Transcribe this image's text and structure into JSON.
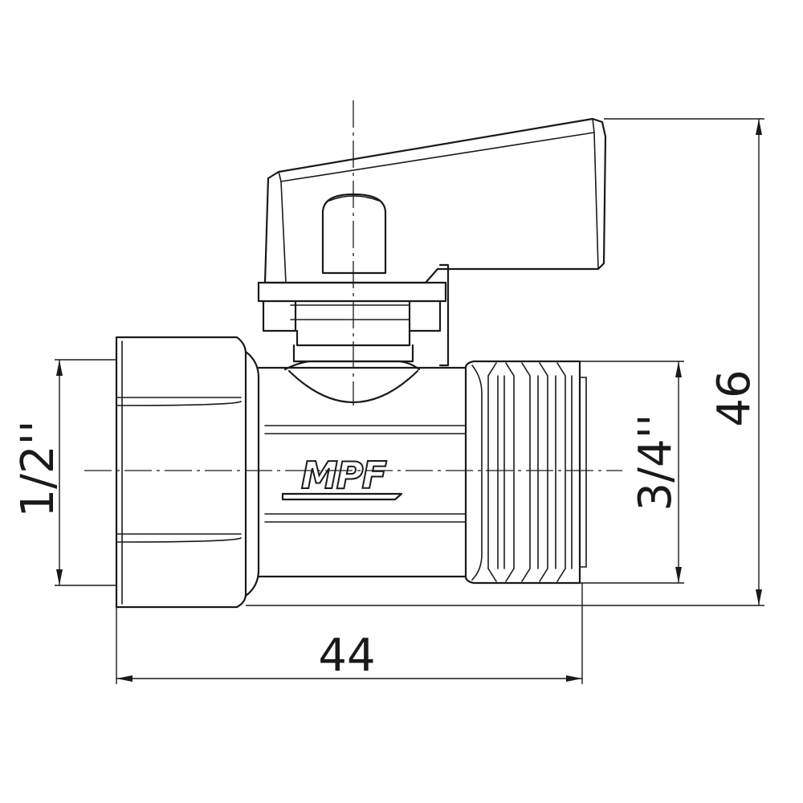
{
  "drawing": {
    "brand": "MPF",
    "dimensions": {
      "inlet_thread": "1/2''",
      "outlet_thread": "3/4''",
      "length": "44",
      "height": "46"
    }
  }
}
